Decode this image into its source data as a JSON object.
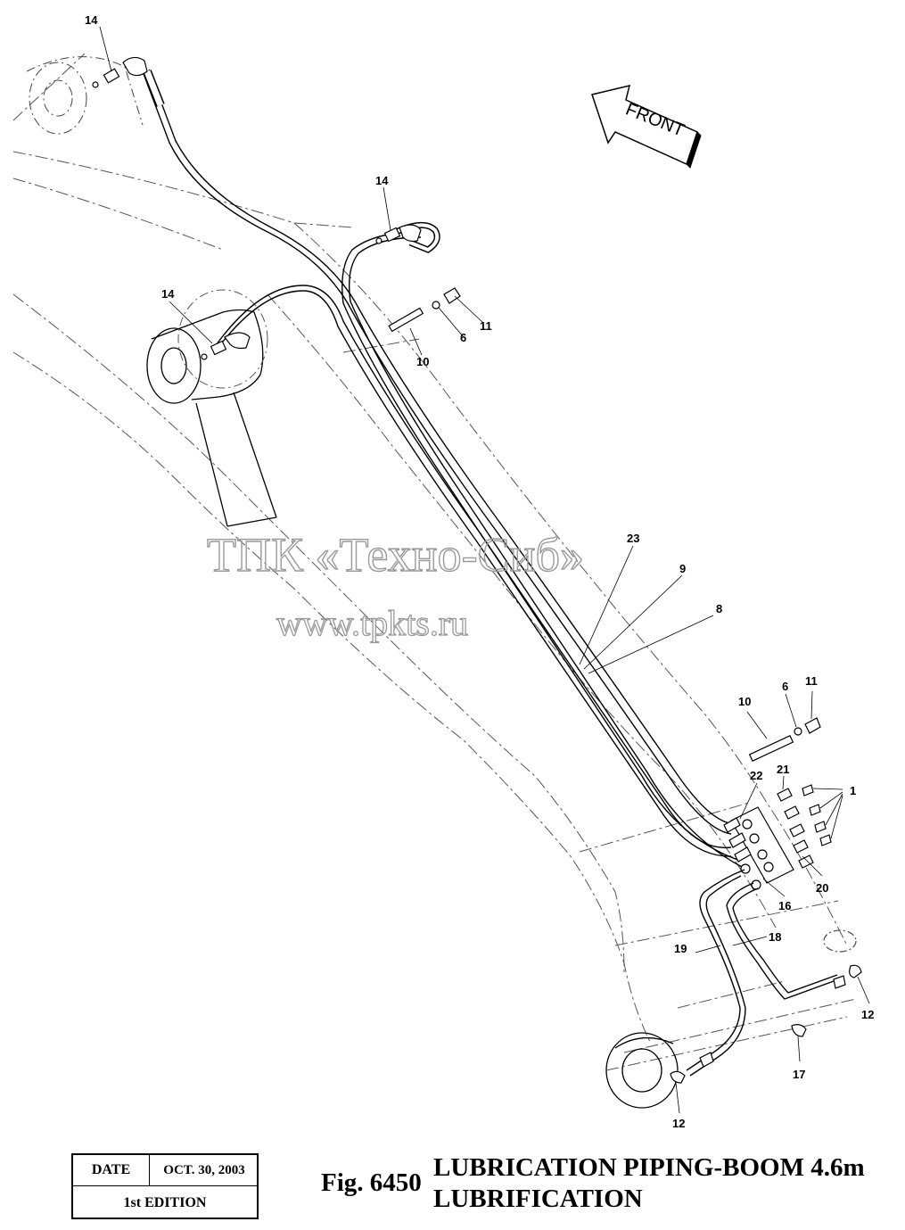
{
  "watermark": {
    "company": "ТПК «Техно-Сиб»",
    "url": "www.tpkts.ru"
  },
  "direction_label": "FRONT",
  "callouts": {
    "p14a": "14",
    "p14b": "14",
    "p14c": "14",
    "p11a": "11",
    "p6a": "6",
    "p10a": "10",
    "p23": "23",
    "p9": "9",
    "p8": "8",
    "p10b": "10",
    "p6b": "6",
    "p11b": "11",
    "p21": "21",
    "p22": "22",
    "p1": "1",
    "p20": "20",
    "p16": "16",
    "p18": "18",
    "p19": "19",
    "p12a": "12",
    "p17": "17",
    "p12b": "12"
  },
  "info_box": {
    "date_label": "DATE",
    "date_value": "OCT. 30, 2003",
    "edition": "1st EDITION"
  },
  "figure": {
    "number": "Fig. 6450",
    "title_line1": "LUBRICATION PIPING-BOOM 4.6m",
    "title_line2": "LUBRIFICATION"
  }
}
